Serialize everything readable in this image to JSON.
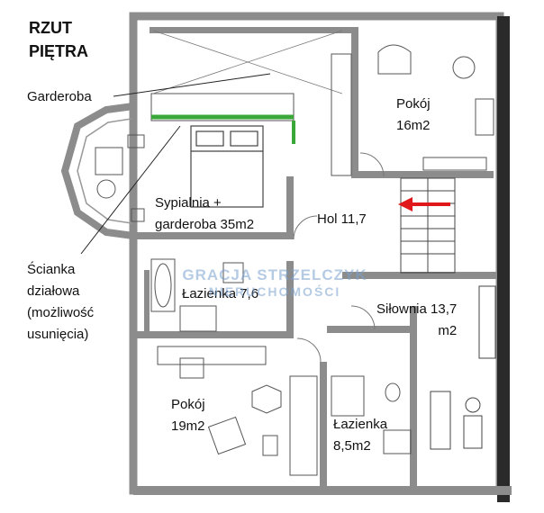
{
  "title": "RZUT PIĘTRA",
  "annotations": {
    "wardrobe": "Garderoba",
    "partition": [
      "Ścianka",
      "działowa",
      "(możliwość",
      "usunięcia)"
    ]
  },
  "rooms": {
    "room_north": [
      "Pokój",
      "16m2"
    ],
    "bedroom": [
      "Sypialnia +",
      "garderoba 35m2"
    ],
    "hall": "Hol 11,7",
    "bathroom_upper": "Łazienka 7,6",
    "gym": [
      "Siłownia 13,7",
      "m2"
    ],
    "room_south": [
      "Pokój",
      "19m2"
    ],
    "bathroom_lower": [
      "Łazienka",
      "8,5m2"
    ]
  },
  "watermark": {
    "line1": "GRACJA STRZELCZYK",
    "line2": "NIERUCHOMOŚCI"
  },
  "colors": {
    "wall": "#8c8c8c",
    "wall_dark": "#2a2a2a",
    "line": "#555555",
    "accent_green": "#39a839",
    "arrow": "#e0181b",
    "watermark": "#8fb2d8"
  }
}
